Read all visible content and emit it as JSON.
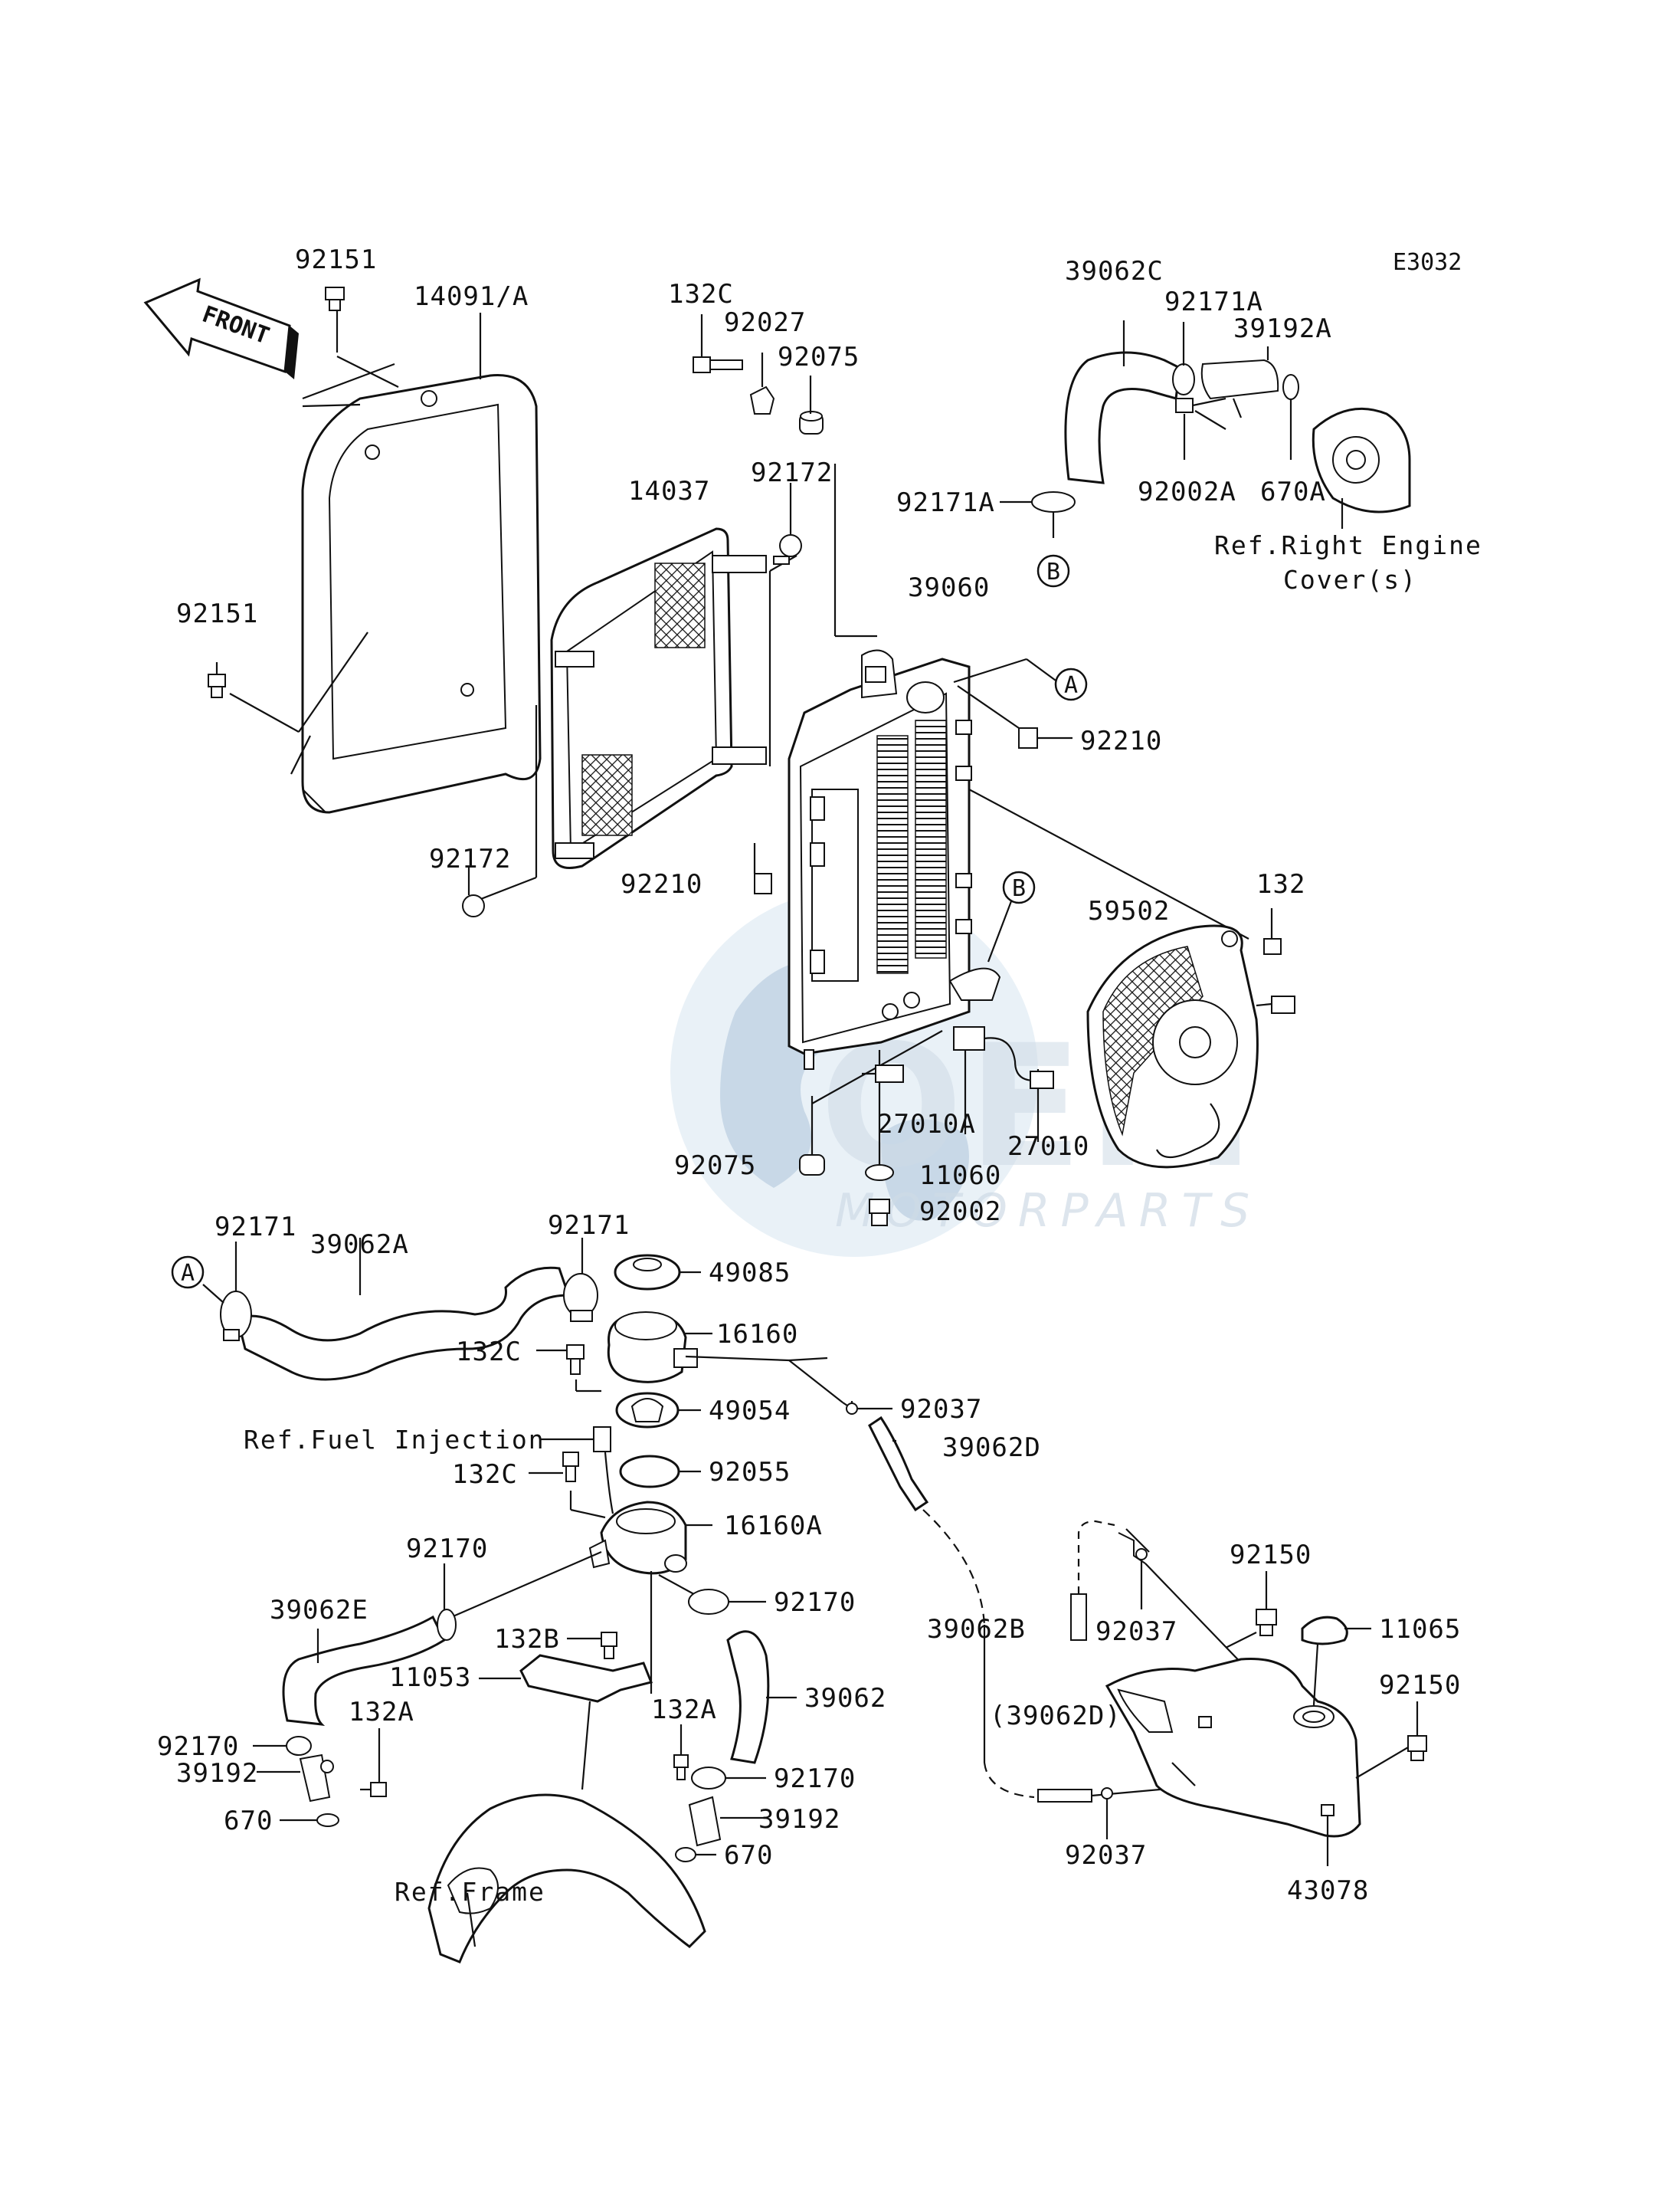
{
  "diagram_code": "E3032",
  "front_arrow_label": "FRONT",
  "watermark": {
    "main": "OEM",
    "sub": "MOTORPARTS"
  },
  "callout_letters": [
    "A",
    "B"
  ],
  "labels": {
    "p92151_top": "92151",
    "p14091A": "14091/A",
    "p132C_top": "132C",
    "p92027": "92027",
    "p92075_top": "92075",
    "p39062C": "39062C",
    "p92171A_top": "92171A",
    "p39192A": "39192A",
    "p92171A_left": "92171A",
    "p92002A": "92002A",
    "p670A": "670A",
    "p14037": "14037",
    "p92172_top": "92172",
    "p39060": "39060",
    "p92151_left": "92151",
    "p92210_right": "92210",
    "p92172_bottom": "92172",
    "p92210_left": "92210",
    "p132": "132",
    "p59502": "59502",
    "p27010A": "27010A",
    "p27010": "27010",
    "p92075_bottom": "92075",
    "p11060": "11060",
    "p92002": "92002",
    "p92171_left": "92171",
    "p39062A": "39062A",
    "p92171_mid": "92171",
    "p49085": "49085",
    "p16160": "16160",
    "p132C_mid": "132C",
    "p92037_top": "92037",
    "p39062D": "39062D",
    "p49054": "49054",
    "p132C_low": "132C",
    "p92055": "92055",
    "p16160A": "16160A",
    "p92170_a": "92170",
    "p92170_b": "92170",
    "p39062E": "39062E",
    "p132B": "132B",
    "p11053": "11053",
    "p39062": "39062",
    "p132A_left": "132A",
    "p132A_mid": "132A",
    "p92170_c": "92170",
    "p39192_left": "39192",
    "p92170_d": "92170",
    "p39192_mid": "39192",
    "p670_left": "670",
    "p670_mid": "670",
    "p92150_top": "92150",
    "p11065": "11065",
    "p39062B": "39062B",
    "p92037_mid": "92037",
    "p92150_right": "92150",
    "p39062D_paren": "(39062D)",
    "p92037_bottom": "92037",
    "p43078": "43078"
  },
  "refs": {
    "right_engine_cover_line1": "Ref.Right Engine",
    "right_engine_cover_line2": "Cover(s)",
    "fuel_injection": "Ref.Fuel Injection",
    "frame": "Ref.Frame"
  }
}
